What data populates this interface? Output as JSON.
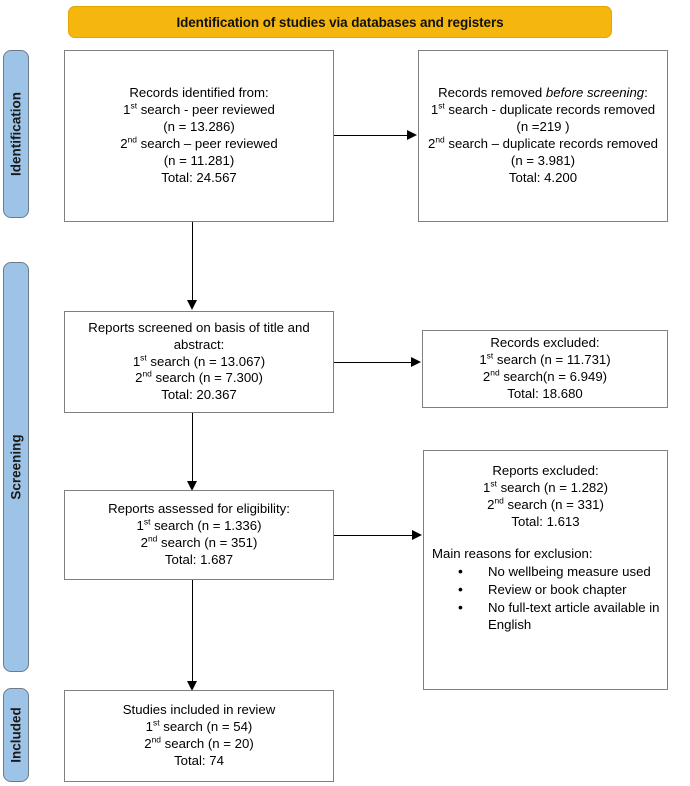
{
  "banner": {
    "title": "Identification of studies via databases and registers"
  },
  "stages": [
    {
      "label": "Identification"
    },
    {
      "label": "Screening"
    },
    {
      "label": "Included"
    }
  ],
  "boxes": {
    "identified": {
      "line1": "Records identified from:",
      "line2_pre": "1",
      "line2_sup": "st",
      "line2_post": " search - peer reviewed",
      "line3": "(n = 13.286)",
      "line4_pre": "2",
      "line4_sup": "nd",
      "line4_post": " search – peer reviewed",
      "line5": "(n = 11.281)",
      "line6": "Total: 24.567"
    },
    "removed": {
      "line1_pre": "Records removed ",
      "line1_italic": "before screening",
      "line1_post": ":",
      "line2_pre": "1",
      "line2_sup": "st",
      "line2_post": " search - duplicate records removed  (n =219 )",
      "line3_pre": "2",
      "line3_sup": "nd",
      "line3_post": " search – duplicate records removed (n = 3.981)",
      "line4": "Total: 4.200"
    },
    "screened": {
      "line1": "Reports screened on basis of title and abstract:",
      "line2_pre": "1",
      "line2_sup": "st",
      "line2_post": " search (n = 13.067)",
      "line3_pre": "2",
      "line3_sup": "nd",
      "line3_post": " search (n = 7.300)",
      "line4": "Total: 20.367"
    },
    "records_excluded": {
      "line1": "Records excluded:",
      "line2_pre": "1",
      "line2_sup": "st",
      "line2_post": " search (n = 11.731)",
      "line3_pre": "2",
      "line3_sup": "nd",
      "line3_post": " search(n = 6.949)",
      "line4": "Total: 18.680"
    },
    "eligibility": {
      "line1": "Reports assessed for eligibility:",
      "line2_pre": "1",
      "line2_sup": "st",
      "line2_post": " search (n = 1.336)",
      "line3_pre": "2",
      "line3_sup": "nd",
      "line3_post": " search (n = 351)",
      "line4": "Total: 1.687"
    },
    "reports_excluded": {
      "line1": "Reports excluded:",
      "line2_pre": "1",
      "line2_sup": "st",
      "line2_post": " search (n = 1.282)",
      "line3_pre": "2",
      "line3_sup": "nd",
      "line3_post": " search (n = 331)",
      "line4": "Total: 1.613",
      "reasons_title": "Main reasons for exclusion:",
      "reasons": [
        "No wellbeing measure used",
        "Review or book chapter",
        "No full-text article available in English"
      ]
    },
    "included": {
      "line1": "Studies included in review",
      "line2_pre": "1",
      "line2_sup": "st",
      "line2_post": " search (n = 54)",
      "line3_pre": "2",
      "line3_sup": "nd",
      "line3_post": " search (n = 20)",
      "line4": "Total: 74"
    }
  },
  "colors": {
    "banner_fill": "#F5B60D",
    "stage_fill": "#9DC3E6",
    "box_border": "#7F7F7F",
    "connector": "#000000"
  }
}
